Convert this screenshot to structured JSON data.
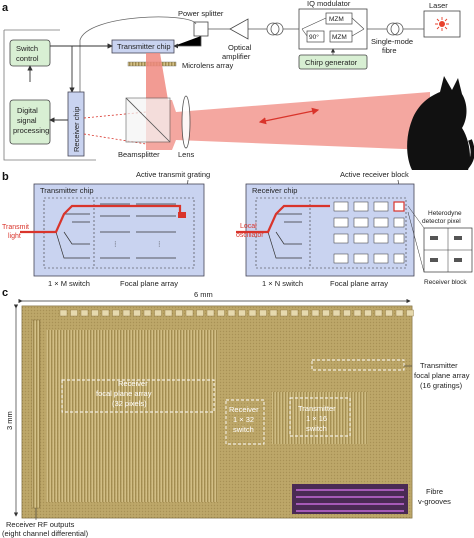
{
  "panel_labels": {
    "a": "a",
    "b": "b",
    "c": "c"
  },
  "panel_a": {
    "iq_modulator": "IQ modulator",
    "mzm_top": "MZM",
    "mzm_bottom": "MZM",
    "phase_90": "90°",
    "laser": "Laser",
    "single_mode_fibre_1": "Single-mode",
    "single_mode_fibre_2": "fibre",
    "chirp_generator": "Chirp generator",
    "power_splitter": "Power splitter",
    "optical_amplifier_1": "Optical",
    "optical_amplifier_2": "amplifier",
    "transmitter_chip": "Transmitter chip",
    "switch_control_1": "Switch",
    "switch_control_2": "control",
    "dsp_1": "Digital",
    "dsp_2": "signal",
    "dsp_3": "processing",
    "receiver_chip": "Receiver chip",
    "microlens_array": "Microlens array",
    "beamsplitter": "Beamsplitter",
    "lens": "Lens"
  },
  "panel_b": {
    "active_transmit_grating": "Active transmit grating",
    "active_receiver_block": "Active receiver block",
    "transmitter_chip": "Transmitter chip",
    "receiver_chip": "Receiver chip",
    "transmit_light_1": "Transmit",
    "transmit_light_2": "light",
    "local_oscillator_1": "Local",
    "local_oscillator_2": "oscillator",
    "m_switch": "1 × M switch",
    "n_switch": "1 × N switch",
    "focal_plane_array_tx": "Focal plane array",
    "focal_plane_array_rx": "Focal plane array",
    "heterodyne_1": "Heterodyne",
    "heterodyne_2": "detector pixel",
    "receiver_block": "Receiver block"
  },
  "panel_c": {
    "width_label": "6 mm",
    "height_label": "3 mm",
    "rx_fpa_1": "Receiver",
    "rx_fpa_2": "focal plane array",
    "rx_fpa_3": "(32 pixels)",
    "rx_switch_1": "Receiver",
    "rx_switch_2": "1 × 32",
    "rx_switch_3": "switch",
    "tx_switch_1": "Transmitter",
    "tx_switch_2": "1 × 16",
    "tx_switch_3": "switch",
    "tx_fpa_1": "Transmitter",
    "tx_fpa_2": "focal plane array",
    "tx_fpa_3": "(16 gratings)",
    "fibre_1": "Fibre",
    "fibre_2": "v-grooves",
    "rf_outputs_1": "Receiver RF outputs",
    "rf_outputs_2": "(eight channel differential)"
  },
  "colors": {
    "laser_red": "#e8412c",
    "beam_red": "#f08a80",
    "chip_blue": "#c9d3f0",
    "control_green": "#d8efd3",
    "die_gold": "#b8a160",
    "annotation_white": "#ffffff"
  },
  "icons": [
    "laser-icon",
    "fibre-coil-icon",
    "amplifier-triangle-icon",
    "cat-silhouette-icon",
    "lens-icon"
  ]
}
